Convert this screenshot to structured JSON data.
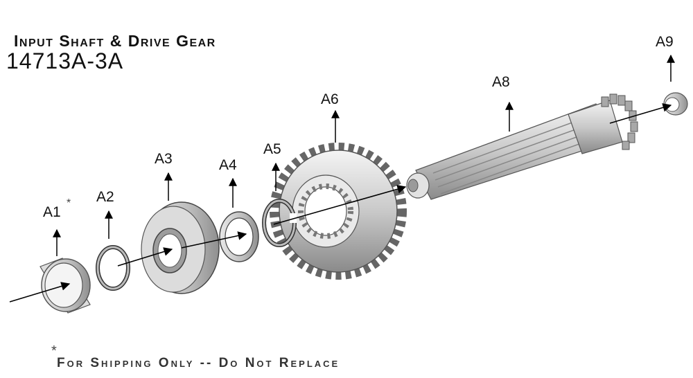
{
  "title": "Input Shaft & Drive Gear",
  "part_number": "14713A-3A",
  "footnote_marker": "*",
  "footnote": "For Shipping Only -- Do Not Replace",
  "labels": {
    "a1": "A1",
    "a1_marker": "*",
    "a2": "A2",
    "a3": "A3",
    "a4": "A4",
    "a5": "A5",
    "a6": "A6",
    "a8": "A8",
    "a9": "A9"
  }
}
